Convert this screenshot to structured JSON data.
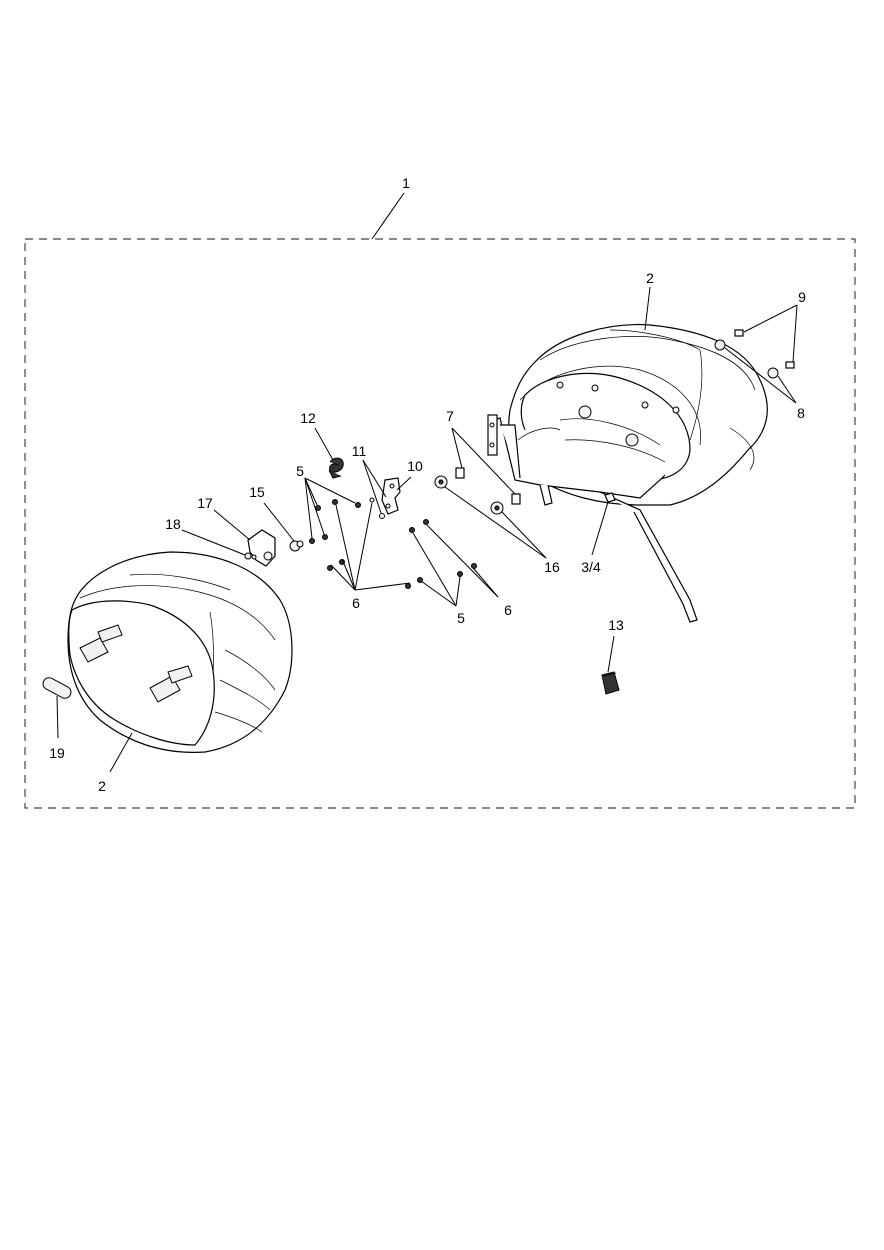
{
  "callouts": {
    "c1": "1",
    "c2_right": "2",
    "c2_left": "2",
    "c3_4": "3/4",
    "c5_top": "5",
    "c5_bottom": "5",
    "c6_left": "6",
    "c6_right": "6",
    "c7": "7",
    "c8": "8",
    "c9": "9",
    "c10": "10",
    "c11": "11",
    "c12": "12",
    "c13": "13",
    "c15": "15",
    "c16": "16",
    "c17": "17",
    "c18": "18",
    "c19": "19"
  },
  "colors": {
    "line": "#000000",
    "border": "#444444",
    "background": "#ffffff"
  }
}
